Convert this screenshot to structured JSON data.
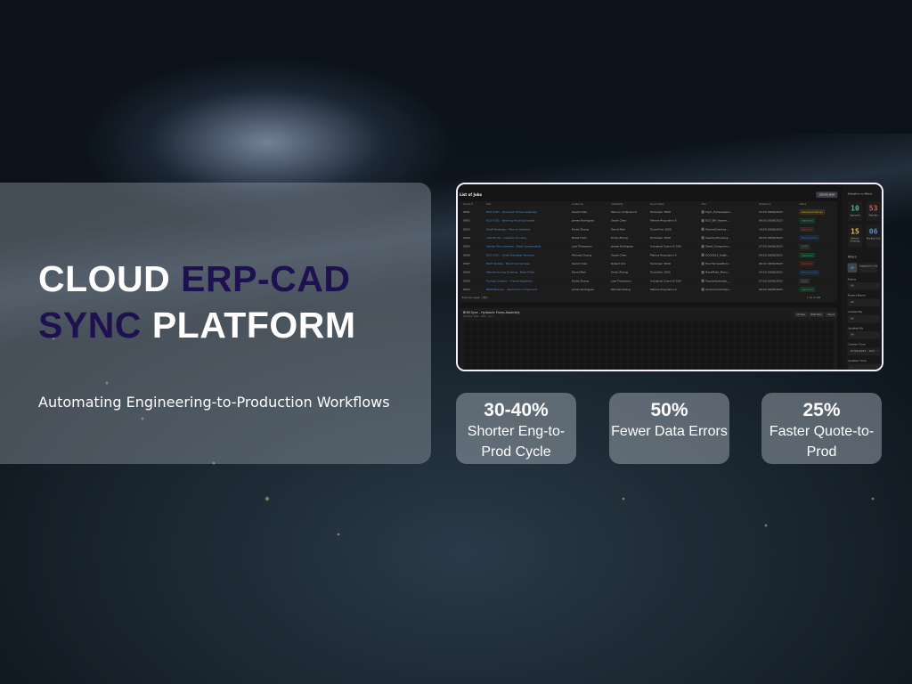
{
  "hero": {
    "title_1": "CLOUD ",
    "title_accent_1": "ERP-CAD",
    "title_accent_2": "SYNC",
    "title_2": " PLATFORM",
    "subtitle": "Automating Engineering-to-Production Workflows"
  },
  "stats": [
    {
      "value": "30-40%",
      "label": "Shorter Eng-to-Prod Cycle"
    },
    {
      "value": "50%",
      "label": "Fewer Data Errors"
    },
    {
      "value": "25%",
      "label": "Faster Quote-to-Prod"
    }
  ],
  "app": {
    "list_title": "List of Jobs",
    "create_button": "CREATE BOM",
    "columns": [
      "Project #",
      "Title",
      "Created By",
      "Updated By",
      "Project Name",
      "Files",
      "Updated At",
      "Status"
    ],
    "rows": [
      [
        "0001",
        "ECO 0101 - Hydraulic Pump Assembly",
        "Sarah Chen",
        "Marcus Underwood",
        "TurboGen 3000",
        "Hydr_PumpAssem...",
        "15:23 03/06/2023",
        "Release Drawings"
      ],
      [
        "0002",
        "ECO 0101 - Bearing Housing Update",
        "James Rodriguez",
        "Sarah Chen",
        "Marine Propulsion X",
        "ECO_BH_Assem...",
        "09:03 03/06/2023",
        "Approved"
      ],
      [
        "0003",
        "Shaft Redesign - Marine Gearbox",
        "Emily Zhang",
        "David Park",
        "TurboFlow 3000",
        "MarineGearbox...",
        "14:54 03/06/2023",
        "Rejected"
      ],
      [
        "0004",
        "CAD Model - Gearbox Housing",
        "Robert Kim",
        "Emily Zhang",
        "TurboGen 3000",
        "GearboxHousing...",
        "26:03 03/06/2023",
        "Pending Cust"
      ],
      [
        "0005",
        "Vendor Procurement - Steel Components",
        "Lisa Thompson",
        "James Rodriguez",
        "Industrial Crane IC-500",
        "Steel_Componen...",
        "27:03 03/06/2023",
        "Draft"
      ],
      [
        "0006",
        "ECO 0201 - Shaft Diameter Revision",
        "Michael Chang",
        "Sarah Chen",
        "Marine Propulsion X",
        "ECO0201_Shaft...",
        "09:03 03/06/2023",
        "Approved"
      ],
      [
        "0007",
        "BOM Update - Electrical Harness",
        "Sarah Chen",
        "Robert Kim",
        "TurboGen 3000",
        "ElecHarnessBom...",
        "26:03 03/06/2023",
        "Rejected"
      ],
      [
        "0008",
        "Manufacturing Drawing - Base Plate",
        "David Park",
        "Emily Zhang",
        "TurboGen 300C",
        "BasePlate_Manu...",
        "24:03 03/06/2023",
        "Pending Cust"
      ],
      [
        "0009",
        "Tooling Creation - Frame Assembly",
        "Emily Zhang",
        "Lisa Thompson",
        "Industrial Crane IC-500",
        "FrameAssembly_...",
        "27:03 03/06/2023",
        "Draft"
      ],
      [
        "0010",
        "BOM Revision - Aluminum Component",
        "James Rodriguez",
        "Michael Chang",
        "Marine Propulsion X",
        "AluminumCompo...",
        "09:03 03/06/2023",
        "Approved"
      ]
    ],
    "rows_per_page_label": "Rows per page:",
    "rows_per_page": "10",
    "pagination": "1-10 of 100",
    "panel_title": "BOM Sync - Hydraulic Pump Assembly",
    "panel_subtitle": "TurboGen 3000 · 0001 · rev 1",
    "panel_buttons": [
      "3D View",
      "BOM Table",
      "Export"
    ],
    "sidebar_title": "Statistics vs filters",
    "counters": [
      {
        "value": "10",
        "label": "Approved",
        "color": "#2ecc71"
      },
      {
        "value": "53",
        "label": "Rejected",
        "color": "#e05555"
      },
      {
        "value": "15",
        "label": "Release Drawings",
        "color": "#f1c40f"
      },
      {
        "value": "06",
        "label": "Pending Cust",
        "color": "#4a90e2"
      }
    ],
    "filters_title": "Filters",
    "filter_all": "All",
    "filter_mine": "Assigned to me",
    "dropdowns": [
      {
        "label": "Status",
        "value": "All"
      },
      {
        "label": "Project Name",
        "value": "All"
      },
      {
        "label": "Created By",
        "value": "All"
      },
      {
        "label": "Updated By",
        "value": "All"
      },
      {
        "label": "Created Time",
        "value": "07/01/2023 - 10/3"
      },
      {
        "label": "Updated Time",
        "value": "--"
      }
    ]
  },
  "status_colors": {
    "Release Drawings": "#c8a020",
    "Approved": "#27ae60",
    "Rejected": "#c0392b",
    "Pending Cust": "#2f6fd0",
    "Draft": "#777777"
  }
}
